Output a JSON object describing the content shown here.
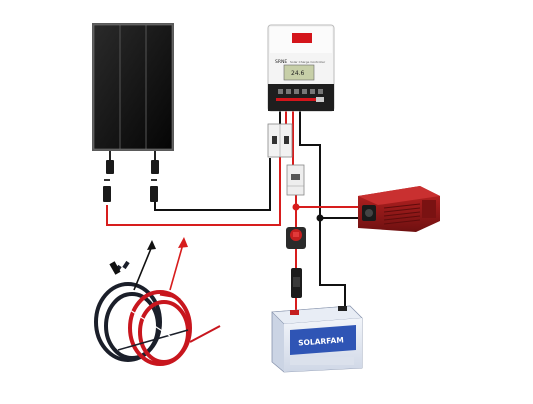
{
  "controller": {
    "brand_label": "SRNE",
    "model_label": "Solar Charge Controller",
    "lcd_reading": "24.6",
    "brand_color": "#d4151b",
    "body_color": "#f4f4f4",
    "panel_color": "#1e1e1e"
  },
  "battery": {
    "brand_label": "SOLARFAM",
    "label_color": "#2f55b5",
    "case_color": "#e6ebf3"
  },
  "inverter": {
    "body_color": "#a11b1b"
  },
  "solar_panel": {
    "cell_color": "#141414",
    "frame_color": "#5a5a5a"
  },
  "wiring": {
    "positive_color": "#d71d1d",
    "negative_color": "#111111"
  },
  "icons": {
    "arrow_positive": "arrow-up-right-icon",
    "arrow_negative": "arrow-up-right-icon",
    "fuse_holder": "fuse-icon",
    "battery_switch": "switch-icon",
    "breaker": "breaker-icon"
  }
}
